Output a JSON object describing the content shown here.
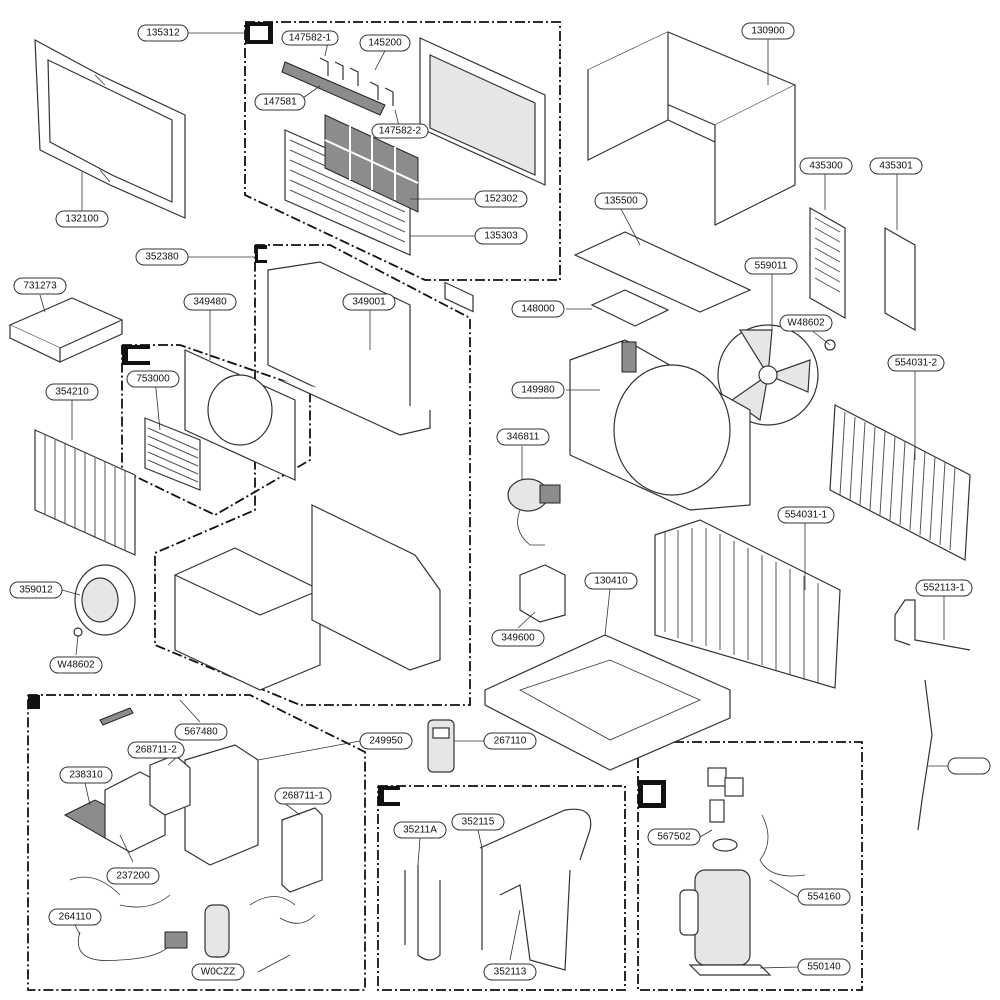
{
  "diagram": {
    "parts": [
      {
        "id": "p135312",
        "label": "135312"
      },
      {
        "id": "p147582_1",
        "label": "147582-1"
      },
      {
        "id": "p145200",
        "label": "145200"
      },
      {
        "id": "p147581",
        "label": "147581"
      },
      {
        "id": "p147582_2",
        "label": "147582-2"
      },
      {
        "id": "p152302",
        "label": "152302"
      },
      {
        "id": "p135303",
        "label": "135303"
      },
      {
        "id": "p132100",
        "label": "132100"
      },
      {
        "id": "p130900",
        "label": "130900"
      },
      {
        "id": "p435300",
        "label": "435300"
      },
      {
        "id": "p435301",
        "label": "435301"
      },
      {
        "id": "p135500",
        "label": "135500"
      },
      {
        "id": "p559011",
        "label": "559011"
      },
      {
        "id": "p352380",
        "label": "352380"
      },
      {
        "id": "p731273",
        "label": "731273"
      },
      {
        "id": "p349480",
        "label": "349480"
      },
      {
        "id": "p349001",
        "label": "349001"
      },
      {
        "id": "p148000",
        "label": "148000"
      },
      {
        "id": "pW48602a",
        "label": "W48602"
      },
      {
        "id": "p753000",
        "label": "753000"
      },
      {
        "id": "p554031_2",
        "label": "554031-2"
      },
      {
        "id": "p354210",
        "label": "354210"
      },
      {
        "id": "p149980",
        "label": "149980"
      },
      {
        "id": "p346811",
        "label": "346811"
      },
      {
        "id": "p554031_1",
        "label": "554031-1"
      },
      {
        "id": "p359012",
        "label": "359012"
      },
      {
        "id": "p130410",
        "label": "130410"
      },
      {
        "id": "p552113_1",
        "label": "552113-1"
      },
      {
        "id": "p349600",
        "label": "349600"
      },
      {
        "id": "pW48602b",
        "label": "W48602"
      },
      {
        "id": "p567480",
        "label": "567480"
      },
      {
        "id": "p268711_2",
        "label": "268711-2"
      },
      {
        "id": "p249950",
        "label": "249950"
      },
      {
        "id": "p267110",
        "label": "267110"
      },
      {
        "id": "p238310",
        "label": "238310"
      },
      {
        "id": "p268711_1",
        "label": "268711-1"
      },
      {
        "id": "p237200",
        "label": "237200"
      },
      {
        "id": "p264110",
        "label": "264110"
      },
      {
        "id": "pW0CZZ",
        "label": "W0CZZ"
      },
      {
        "id": "p35211A",
        "label": "35211A"
      },
      {
        "id": "p352115",
        "label": "352115"
      },
      {
        "id": "p352113",
        "label": "352113"
      },
      {
        "id": "p567502",
        "label": "567502"
      },
      {
        "id": "p554160",
        "label": "554160"
      },
      {
        "id": "p550140",
        "label": "550140"
      }
    ]
  }
}
